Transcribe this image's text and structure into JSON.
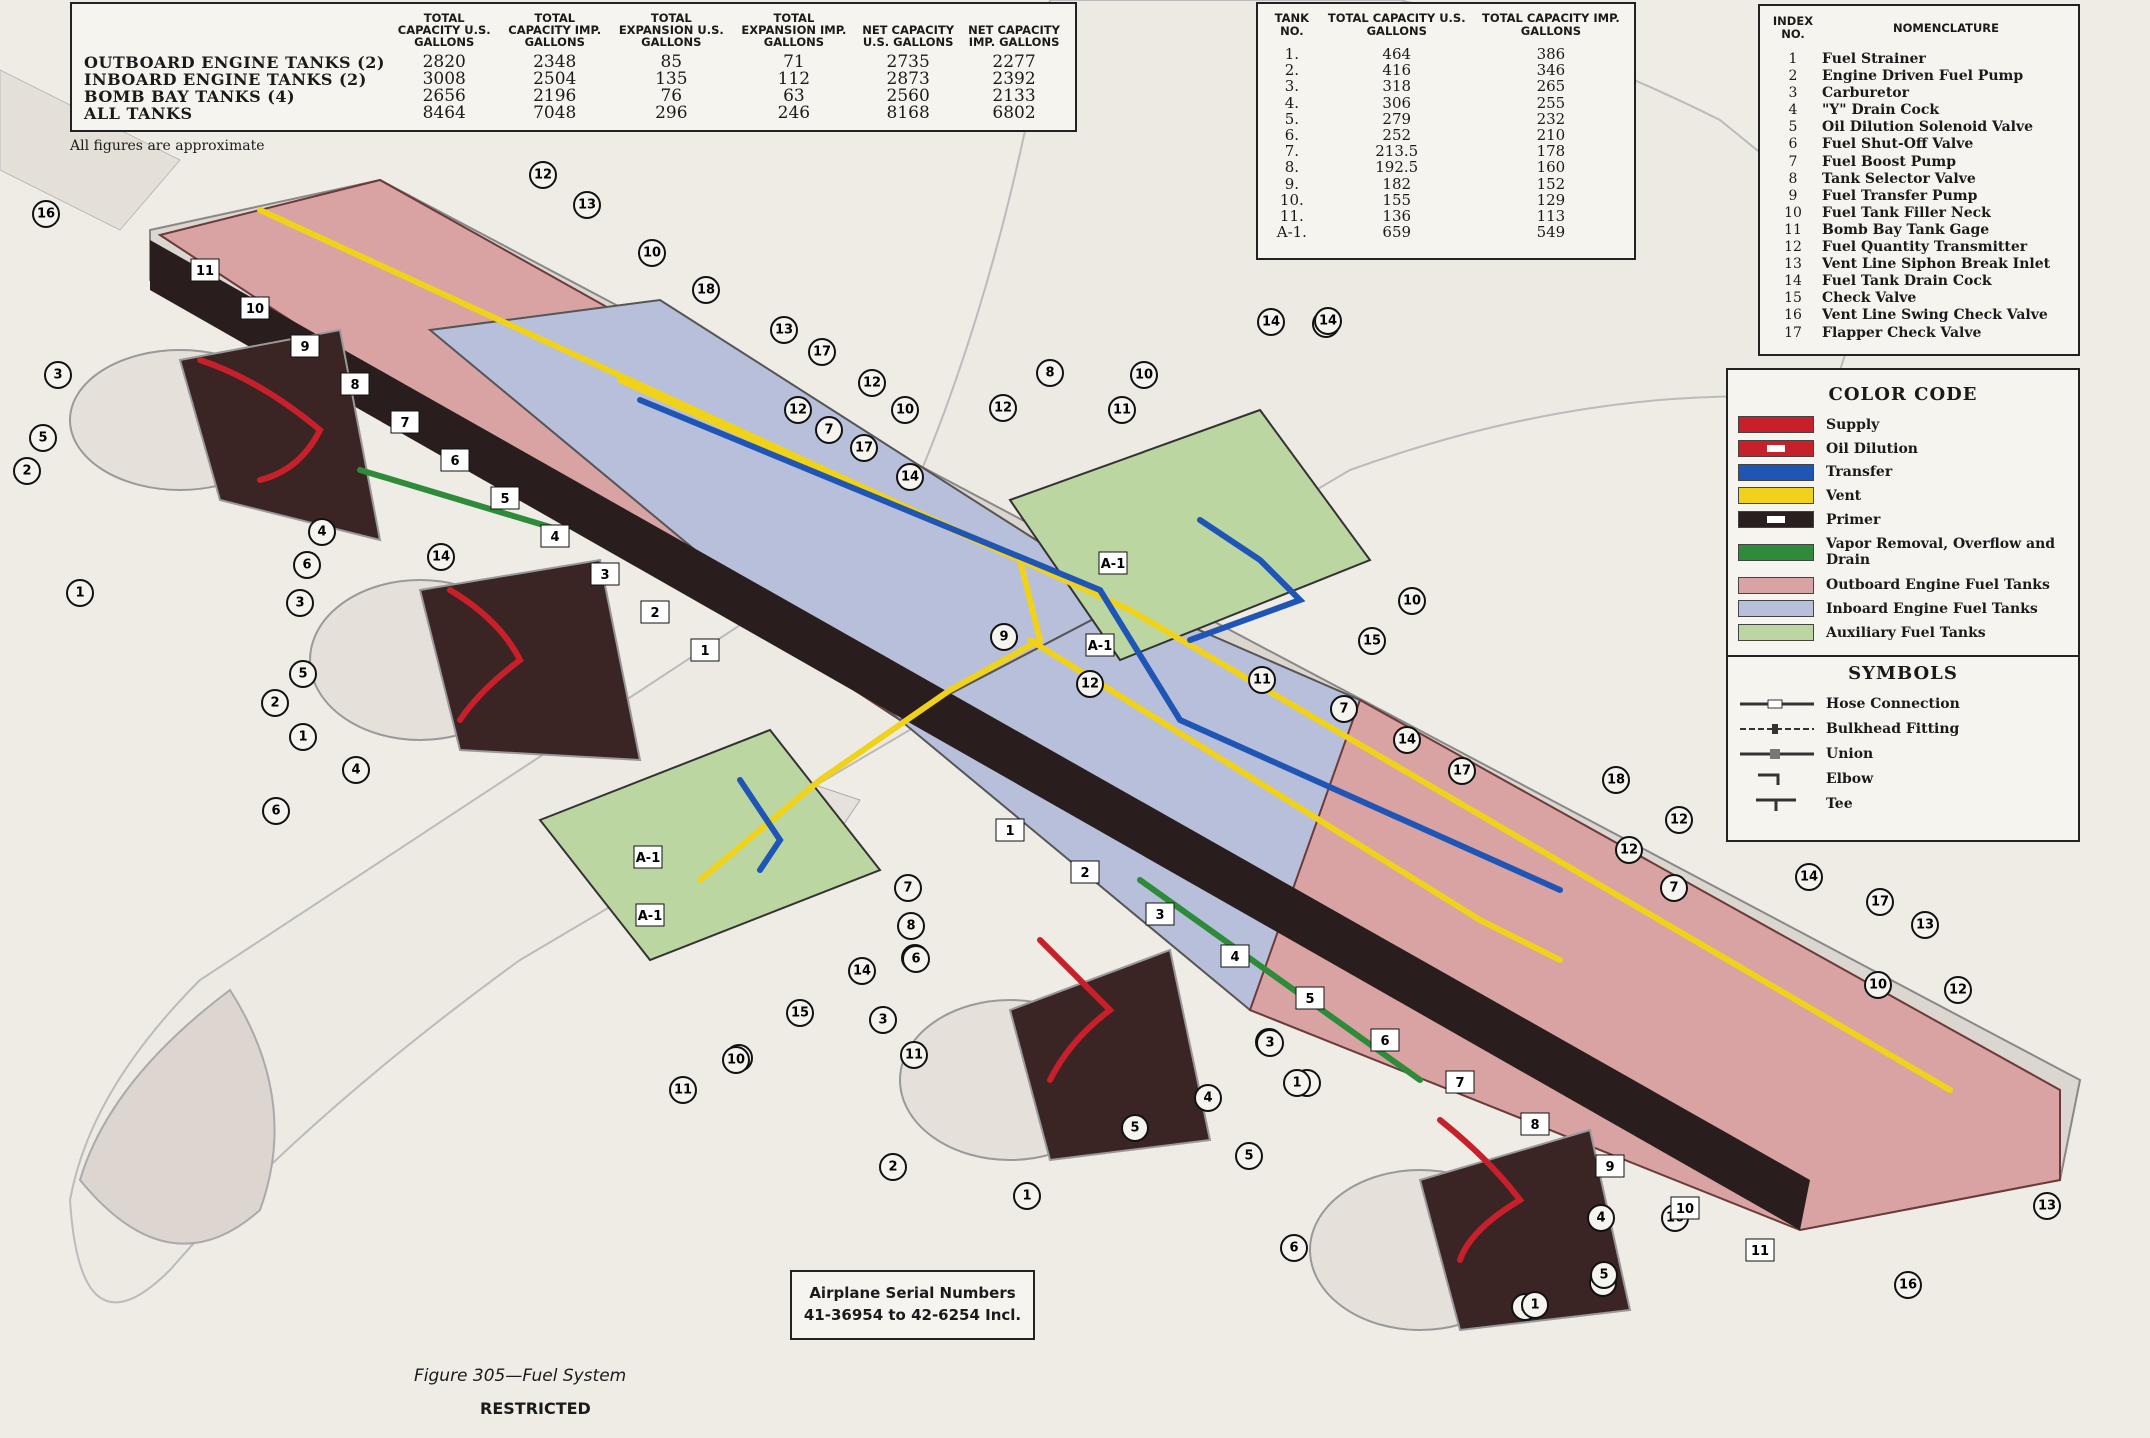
{
  "capacity_table": {
    "headers": [
      "",
      "TOTAL CAPACITY U.S. GALLONS",
      "TOTAL CAPACITY IMP. GALLONS",
      "TOTAL EXPANSION U.S. GALLONS",
      "TOTAL EXPANSION IMP. GALLONS",
      "NET CAPACITY U.S. GALLONS",
      "NET CAPACITY IMP. GALLONS"
    ],
    "rows": [
      [
        "OUTBOARD ENGINE TANKS (2)",
        "2820",
        "2348",
        "85",
        "71",
        "2735",
        "2277"
      ],
      [
        "INBOARD ENGINE TANKS (2)",
        "3008",
        "2504",
        "135",
        "112",
        "2873",
        "2392"
      ],
      [
        "BOMB BAY TANKS (4)",
        "2656",
        "2196",
        "76",
        "63",
        "2560",
        "2133"
      ],
      [
        "ALL TANKS",
        "8464",
        "7048",
        "296",
        "246",
        "8168",
        "6802"
      ]
    ],
    "note": "All figures are approximate"
  },
  "tank_table": {
    "headers": [
      "TANK NO.",
      "TOTAL CAPACITY U.S. GALLONS",
      "TOTAL CAPACITY IMP. GALLONS"
    ],
    "rows": [
      [
        "1.",
        "464",
        "386"
      ],
      [
        "2.",
        "416",
        "346"
      ],
      [
        "3.",
        "318",
        "265"
      ],
      [
        "4.",
        "306",
        "255"
      ],
      [
        "5.",
        "279",
        "232"
      ],
      [
        "6.",
        "252",
        "210"
      ],
      [
        "7.",
        "213.5",
        "178"
      ],
      [
        "8.",
        "192.5",
        "160"
      ],
      [
        "9.",
        "182",
        "152"
      ],
      [
        "10.",
        "155",
        "129"
      ],
      [
        "11.",
        "136",
        "113"
      ],
      [
        "A-1.",
        "659",
        "549"
      ]
    ]
  },
  "index_table": {
    "headers": [
      "INDEX NO.",
      "NOMENCLATURE"
    ],
    "rows": [
      [
        "1",
        "Fuel Strainer"
      ],
      [
        "2",
        "Engine Driven Fuel Pump"
      ],
      [
        "3",
        "Carburetor"
      ],
      [
        "4",
        "\"Y\" Drain Cock"
      ],
      [
        "5",
        "Oil Dilution Solenoid Valve"
      ],
      [
        "6",
        "Fuel Shut-Off Valve"
      ],
      [
        "7",
        "Fuel Boost Pump"
      ],
      [
        "8",
        "Tank Selector Valve"
      ],
      [
        "9",
        "Fuel Transfer Pump"
      ],
      [
        "10",
        "Fuel Tank Filler Neck"
      ],
      [
        "11",
        "Bomb Bay Tank Gage"
      ],
      [
        "12",
        "Fuel Quantity Transmitter"
      ],
      [
        "13",
        "Vent Line Siphon Break Inlet"
      ],
      [
        "14",
        "Fuel Tank Drain Cock"
      ],
      [
        "15",
        "Check Valve"
      ],
      [
        "16",
        "Vent Line Swing Check Valve"
      ],
      [
        "17",
        "Flapper Check Valve"
      ]
    ]
  },
  "color_code": {
    "title": "COLOR CODE",
    "items": [
      {
        "label": "Supply",
        "color": "#c8202a"
      },
      {
        "label": "Oil Dilution",
        "color": "#c8202a"
      },
      {
        "label": "Transfer",
        "color": "#1f55b4"
      },
      {
        "label": "Vent",
        "color": "#f1d21a"
      },
      {
        "label": "Primer",
        "color": "#2a1f1f"
      },
      {
        "label": "Vapor Removal, Overflow and Drain",
        "color": "#2e8b3a"
      },
      {
        "label": "Outboard Engine Fuel Tanks",
        "color": "#d9a3a3"
      },
      {
        "label": "Inboard Engine Fuel Tanks",
        "color": "#b7bfda"
      },
      {
        "label": "Auxiliary Fuel Tanks",
        "color": "#bcd6a2"
      }
    ]
  },
  "symbols": {
    "title": "SYMBOLS",
    "items": [
      "Hose Connection",
      "Bulkhead Fitting",
      "Union",
      "Elbow",
      "Tee"
    ]
  },
  "serial": {
    "line1": "Airplane Serial Numbers",
    "line2": "41-36954 to 42-6254 Incl."
  },
  "caption": "Figure 305—Fuel System",
  "restricted": "RESTRICTED",
  "wing_tank_labels_left": [
    "11",
    "10",
    "9",
    "8",
    "7",
    "6",
    "5",
    "4",
    "3",
    "2",
    "1"
  ],
  "wing_tank_labels_right": [
    "1",
    "2",
    "3",
    "4",
    "5",
    "6",
    "7",
    "8",
    "9",
    "10",
    "11"
  ],
  "aux_tank_label": "A-1",
  "callouts": [
    "16",
    "12",
    "13",
    "10",
    "18",
    "13",
    "17",
    "12",
    "12",
    "10",
    "7",
    "17",
    "14",
    "3",
    "5",
    "2",
    "4",
    "6",
    "1",
    "14",
    "3",
    "5",
    "2",
    "1",
    "4",
    "6",
    "8",
    "12",
    "14",
    "10",
    "11",
    "14",
    "14",
    "10",
    "15",
    "11",
    "9",
    "7",
    "12",
    "14",
    "17",
    "18",
    "12",
    "12",
    "7",
    "14",
    "17",
    "13",
    "10",
    "12",
    "13",
    "16",
    "4",
    "5",
    "1",
    "2",
    "3",
    "6",
    "7",
    "8",
    "6",
    "3",
    "1",
    "2",
    "5",
    "4",
    "16",
    "6",
    "3",
    "2",
    "1",
    "5",
    "4",
    "11",
    "10",
    "15",
    "14",
    "11",
    "10"
  ]
}
